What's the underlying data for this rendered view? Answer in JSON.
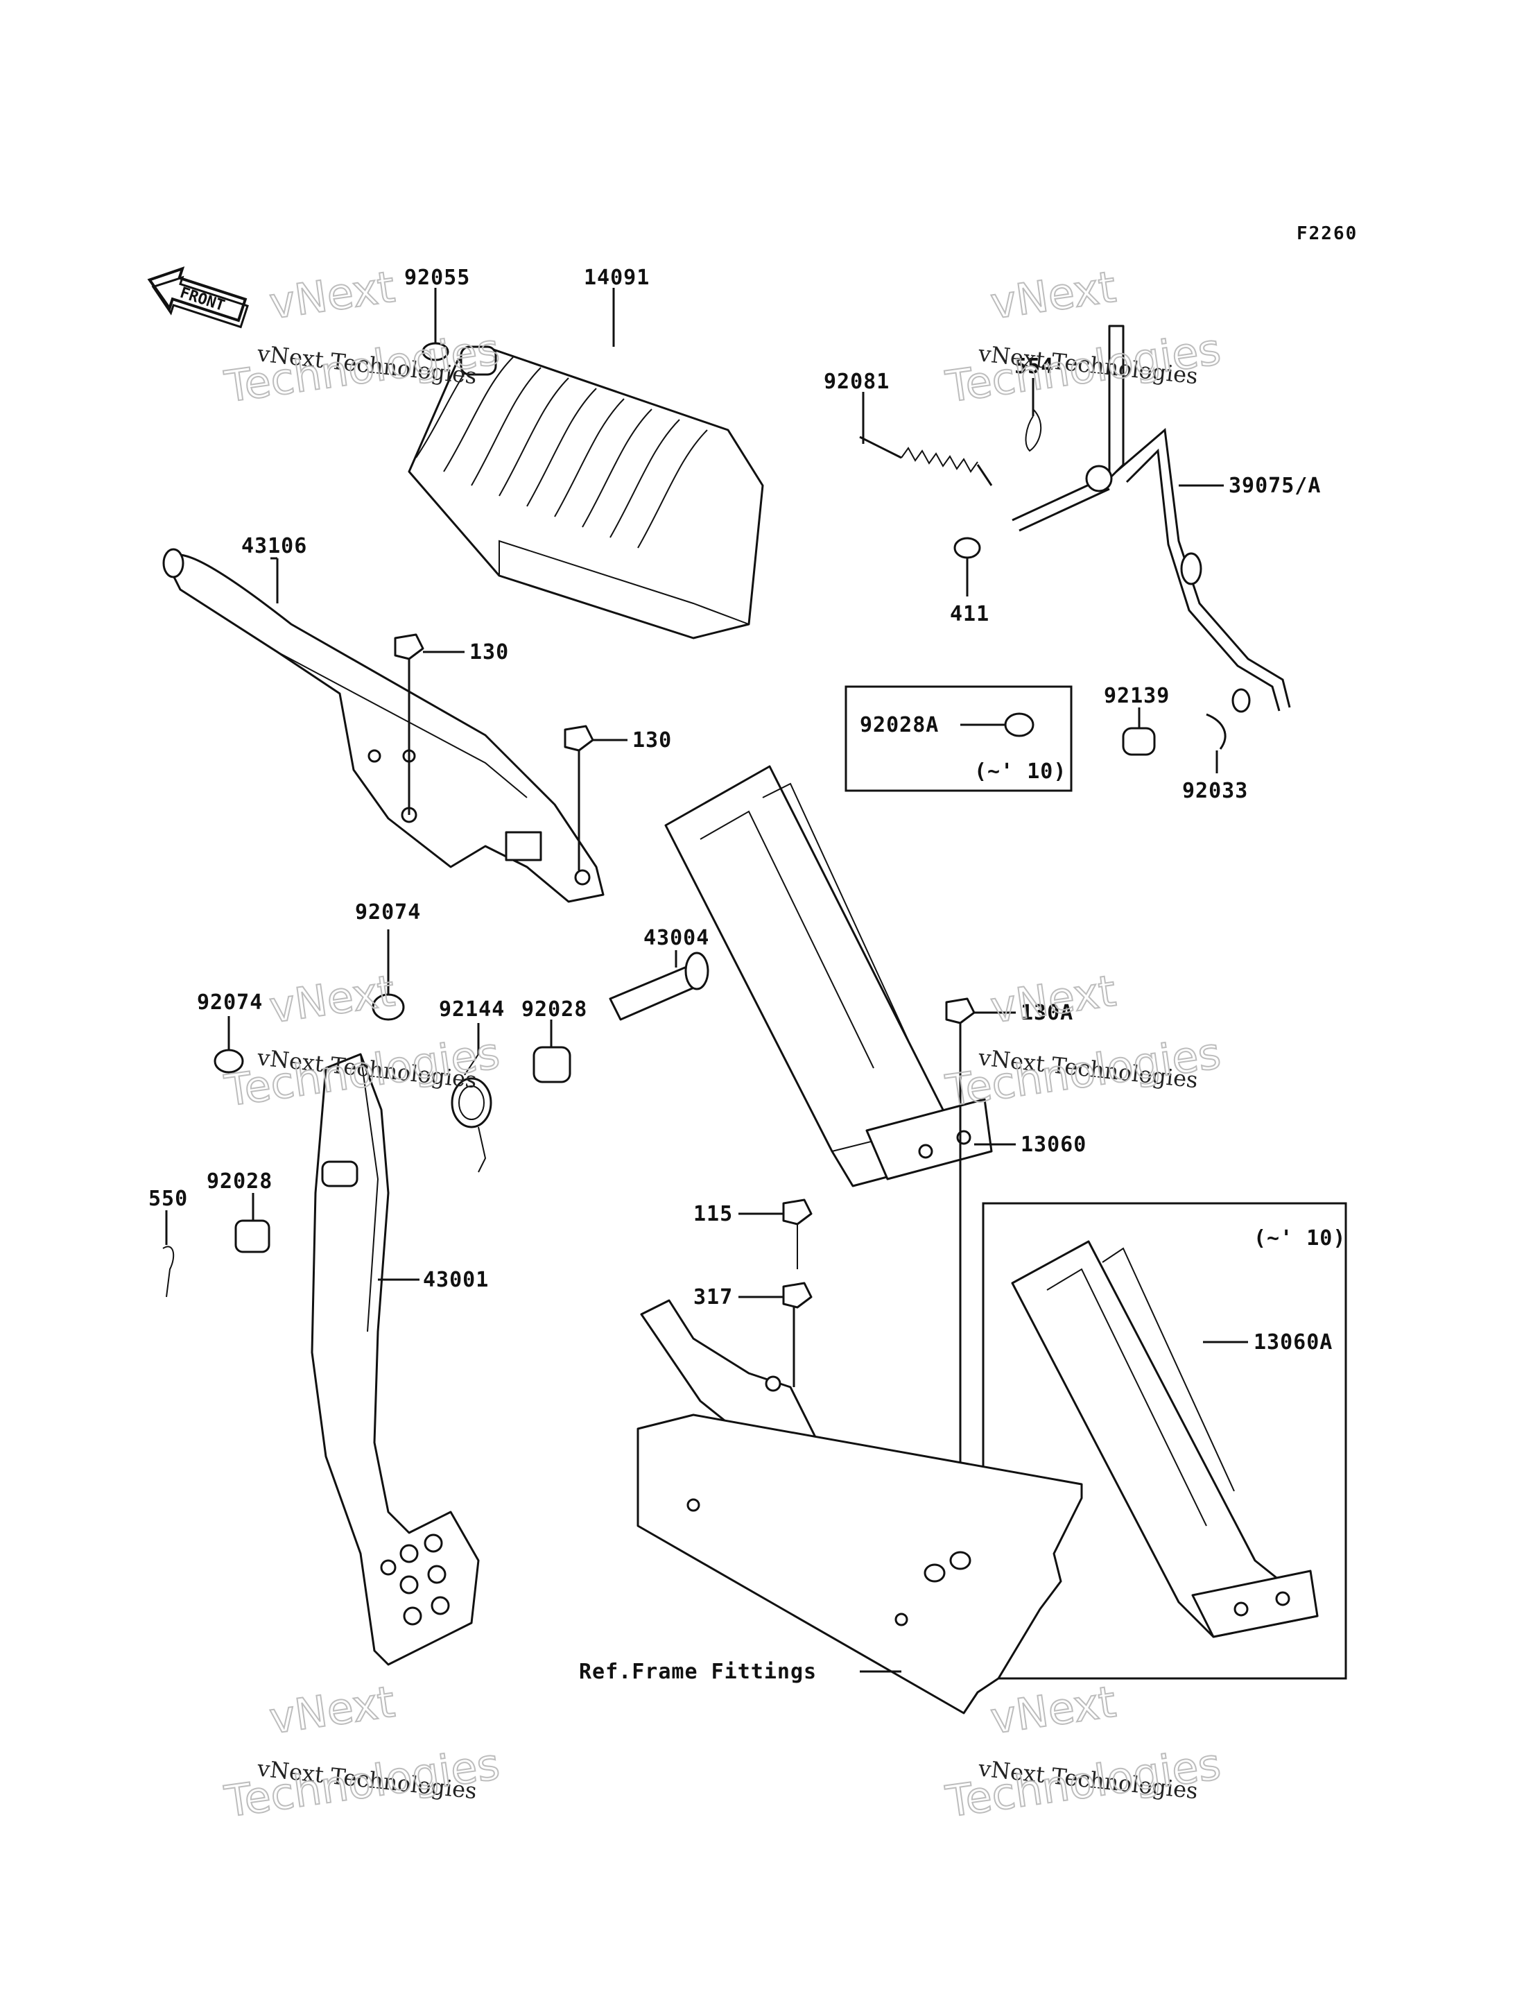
{
  "figure_code": "F2260",
  "front_arrow_label": "FRONT",
  "watermark": {
    "line1": "vNext Technologies",
    "line2": "Technologies",
    "line3": "vNext"
  },
  "callouts": {
    "p92055": "92055",
    "p14091": "14091",
    "p43106": "43106",
    "p130_a": "130",
    "p130_b": "130",
    "p92081": "92081",
    "p554": "554",
    "p39075": "39075/A",
    "p411": "411",
    "p92028A": "92028A",
    "p92028A_note": "(~' 10)",
    "p92139": "92139",
    "p92033": "92033",
    "p92074_a": "92074",
    "p92074_b": "92074",
    "p92144": "92144",
    "p92028_a": "92028",
    "p43004": "43004",
    "p130A": "130A",
    "p13060": "13060",
    "p550": "550",
    "p92028_b": "92028",
    "p43001": "43001",
    "p115": "115",
    "p317": "317",
    "p13060A": "13060A",
    "p13060A_note": "(~' 10)",
    "ref_frame": "Ref.Frame Fittings"
  }
}
